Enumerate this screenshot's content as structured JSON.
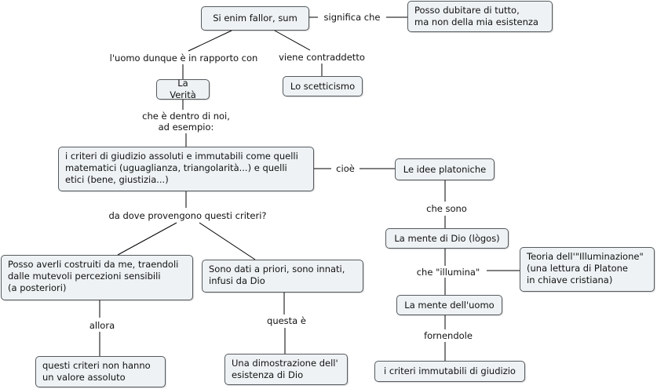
{
  "nodes": {
    "si_enim": "Si enim fallor, sum",
    "posso_dubitare": "Posso dubitare di tutto,\nma non della mia esistenza",
    "la_verita": "La Verità",
    "lo_scetticismo": "Lo scetticismo",
    "criteri_giudizio": "i criteri di giudizio assoluti e immutabili come quelli\nmatematici (uguaglianza, triangolarità...) e quelli\netici (bene, giustizia...)",
    "idee_platoniche": "Le idee platoniche",
    "mente_dio": "La mente di Dio (lògos)",
    "teoria_illuminazione": "Teoria dell'\"Illuminazione\"\n(una lettura di Platone\nin chiave cristiana)",
    "mente_uomo": "La mente dell'uomo",
    "criteri_immutabili": "i criteri immutabili di giudizio",
    "costruiti_da_me": "Posso averli costruiti da me, traendoli\ndalle mutevoli percezioni sensibili\n(a posteriori)",
    "dati_a_priori": "Sono dati a priori, sono innati,\ninfusi da Dio",
    "non_valore_assoluto": "questi criteri non hanno\nun valore assoluto",
    "dimostrazione": "Una dimostrazione dell'\nesistenza di Dio"
  },
  "links": {
    "significa_che": "significa che",
    "in_rapporto_con": "l'uomo dunque è in rapporto con",
    "viene_contraddetto": "viene contraddetto",
    "dentro_di_noi": "che è dentro di noi,\nad esempio:",
    "cioe": "cioè",
    "da_dove": "da dove provengono questi criteri?",
    "che_sono": "che sono",
    "che_illumina": "che \"illumina\"",
    "fornendole": "fornendole",
    "allora": "allora",
    "questa_e": "questa è"
  }
}
